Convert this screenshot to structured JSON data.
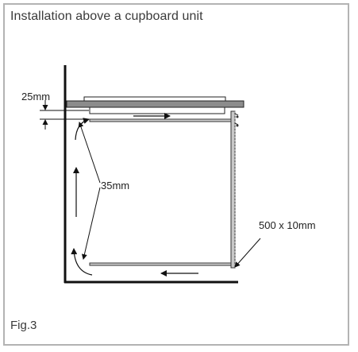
{
  "title": "Installation above a cupboard unit",
  "figure_label": "Fig.3",
  "labels": {
    "top_gap": "25mm",
    "side_gap": "35mm",
    "vent": "500 x 10mm"
  }
}
